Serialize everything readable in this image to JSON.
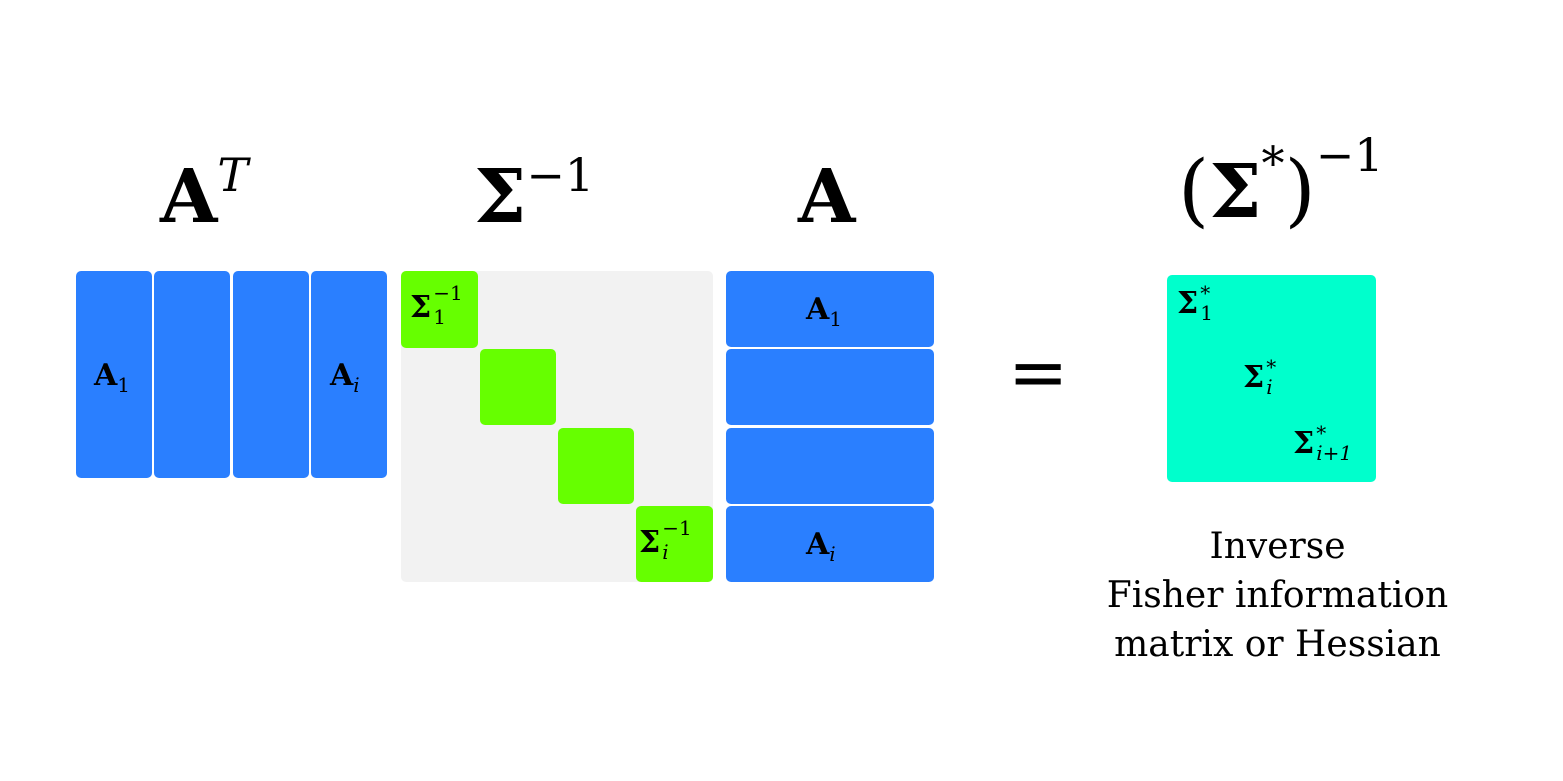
{
  "titles": {
    "a_transpose": {
      "base": "A",
      "sup": "T"
    },
    "sigma_inverse": {
      "base": "Σ",
      "sup": "−1"
    },
    "a": {
      "base": "A"
    },
    "sigma_star_inverse": {
      "open": "(",
      "base": "Σ",
      "star": "*",
      "close": ")",
      "sup": "−1"
    }
  },
  "a_transpose_columns": [
    {
      "base": "A",
      "sub": "1"
    },
    {
      "base": "",
      "sub": ""
    },
    {
      "base": "",
      "sub": ""
    },
    {
      "base": "A",
      "sub": "i"
    }
  ],
  "sigma_inverse_blocks": [
    {
      "base": "Σ",
      "sub": "1",
      "sup": "−1"
    },
    {
      "base": "",
      "sub": "",
      "sup": ""
    },
    {
      "base": "",
      "sub": "",
      "sup": ""
    },
    {
      "base": "Σ",
      "sub": "i",
      "sup": "−1"
    }
  ],
  "a_rows": [
    {
      "base": "A",
      "sub": "1"
    },
    {
      "base": "",
      "sub": ""
    },
    {
      "base": "",
      "sub": ""
    },
    {
      "base": "A",
      "sub": "i"
    }
  ],
  "equals": "=",
  "result_entries": [
    {
      "base": "Σ",
      "sub": "1",
      "sup": "*"
    },
    {
      "base": "Σ",
      "sub": "i",
      "sup": "*"
    },
    {
      "base": "Σ",
      "sub": "i+1",
      "sup": "*"
    }
  ],
  "caption_lines": [
    "Inverse",
    "Fisher information",
    "matrix or Hessian"
  ],
  "colors": {
    "a_blocks": "#2a7fff",
    "sigma_blocks": "#66ff00",
    "sigma_background": "#f2f2f2",
    "result_block": "#00ffcc"
  }
}
